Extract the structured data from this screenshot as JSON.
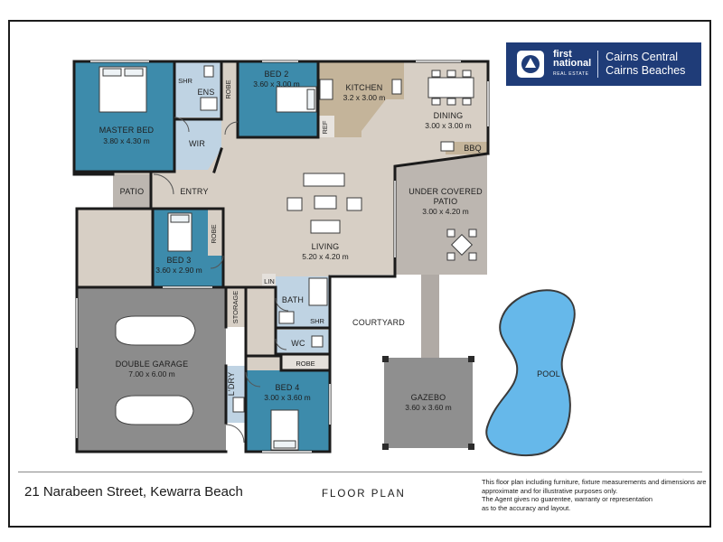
{
  "agency": {
    "brand_line1": "first",
    "brand_line2": "national",
    "brand_sub": "REAL ESTATE",
    "office_line1": "Cairns Central",
    "office_line2": "Cairns Beaches",
    "colors": {
      "background": "#1f3c78",
      "text": "#ffffff"
    }
  },
  "rooms": {
    "master_bed": {
      "name": "MASTER BED",
      "dim": "3.80 x 4.30 m"
    },
    "ens": {
      "name": "ENS"
    },
    "shr_ens": {
      "name": "SHR"
    },
    "robe_bed2": {
      "name": "ROBE"
    },
    "wir": {
      "name": "WIR"
    },
    "bed2": {
      "name": "BED 2",
      "dim": "3.60 x 3.00 m"
    },
    "kitchen": {
      "name": "KITCHEN",
      "dim": "3.2 x 3.00 m"
    },
    "ref": {
      "name": "REF"
    },
    "dining": {
      "name": "DINING",
      "dim": "3.00 x 3.00 m"
    },
    "bbq": {
      "name": "BBQ"
    },
    "patio_covered": {
      "name_line1": "UNDER COVERED",
      "name_line2": "PATIO",
      "dim": "3.00 x 4.20 m"
    },
    "patio": {
      "name": "PATIO"
    },
    "entry": {
      "name": "ENTRY"
    },
    "living": {
      "name": "LIVING",
      "dim": "5.20 x 4.20 m"
    },
    "bed3": {
      "name": "BED 3",
      "dim": "3.60 x 2.90 m"
    },
    "robe_bed3": {
      "name": "ROBE"
    },
    "lin": {
      "name": "LIN"
    },
    "bath": {
      "name": "BATH"
    },
    "shr_bath": {
      "name": "SHR"
    },
    "wc": {
      "name": "WC"
    },
    "storage": {
      "name": "STORAGE"
    },
    "garage": {
      "name": "DOUBLE GARAGE",
      "dim": "7.00 x 6.00 m"
    },
    "ldry": {
      "name": "L'DRY"
    },
    "robe_bed4": {
      "name": "ROBE"
    },
    "bed4": {
      "name": "BED 4",
      "dim": "3.00 x 3.60 m"
    },
    "courtyard": {
      "name": "COURTYARD"
    },
    "gazebo": {
      "name": "GAZEBO",
      "dim": "3.60 x 3.60 m"
    },
    "pool": {
      "name": "POOL"
    }
  },
  "colors": {
    "bedroom": "#3d8bab",
    "living": "#d7cfc5",
    "wet_area": "#bfd3e3",
    "kitchen": "#c4b49a",
    "outdoor": "#bcb6b0",
    "garage": "#8c8c8c",
    "pool": "#66b8ea",
    "wall": "#1b1b1b"
  },
  "footer": {
    "address": "21 Narabeen Street, Kewarra Beach",
    "title": "FLOOR PLAN",
    "disclaimer": [
      "This floor plan including furniture, fixture measurements and dimensions are",
      "approximate and for illustrative purposes only.",
      "The Agent gives no guarentee, warranty or representation",
      "as to the accuracy and layout."
    ]
  }
}
